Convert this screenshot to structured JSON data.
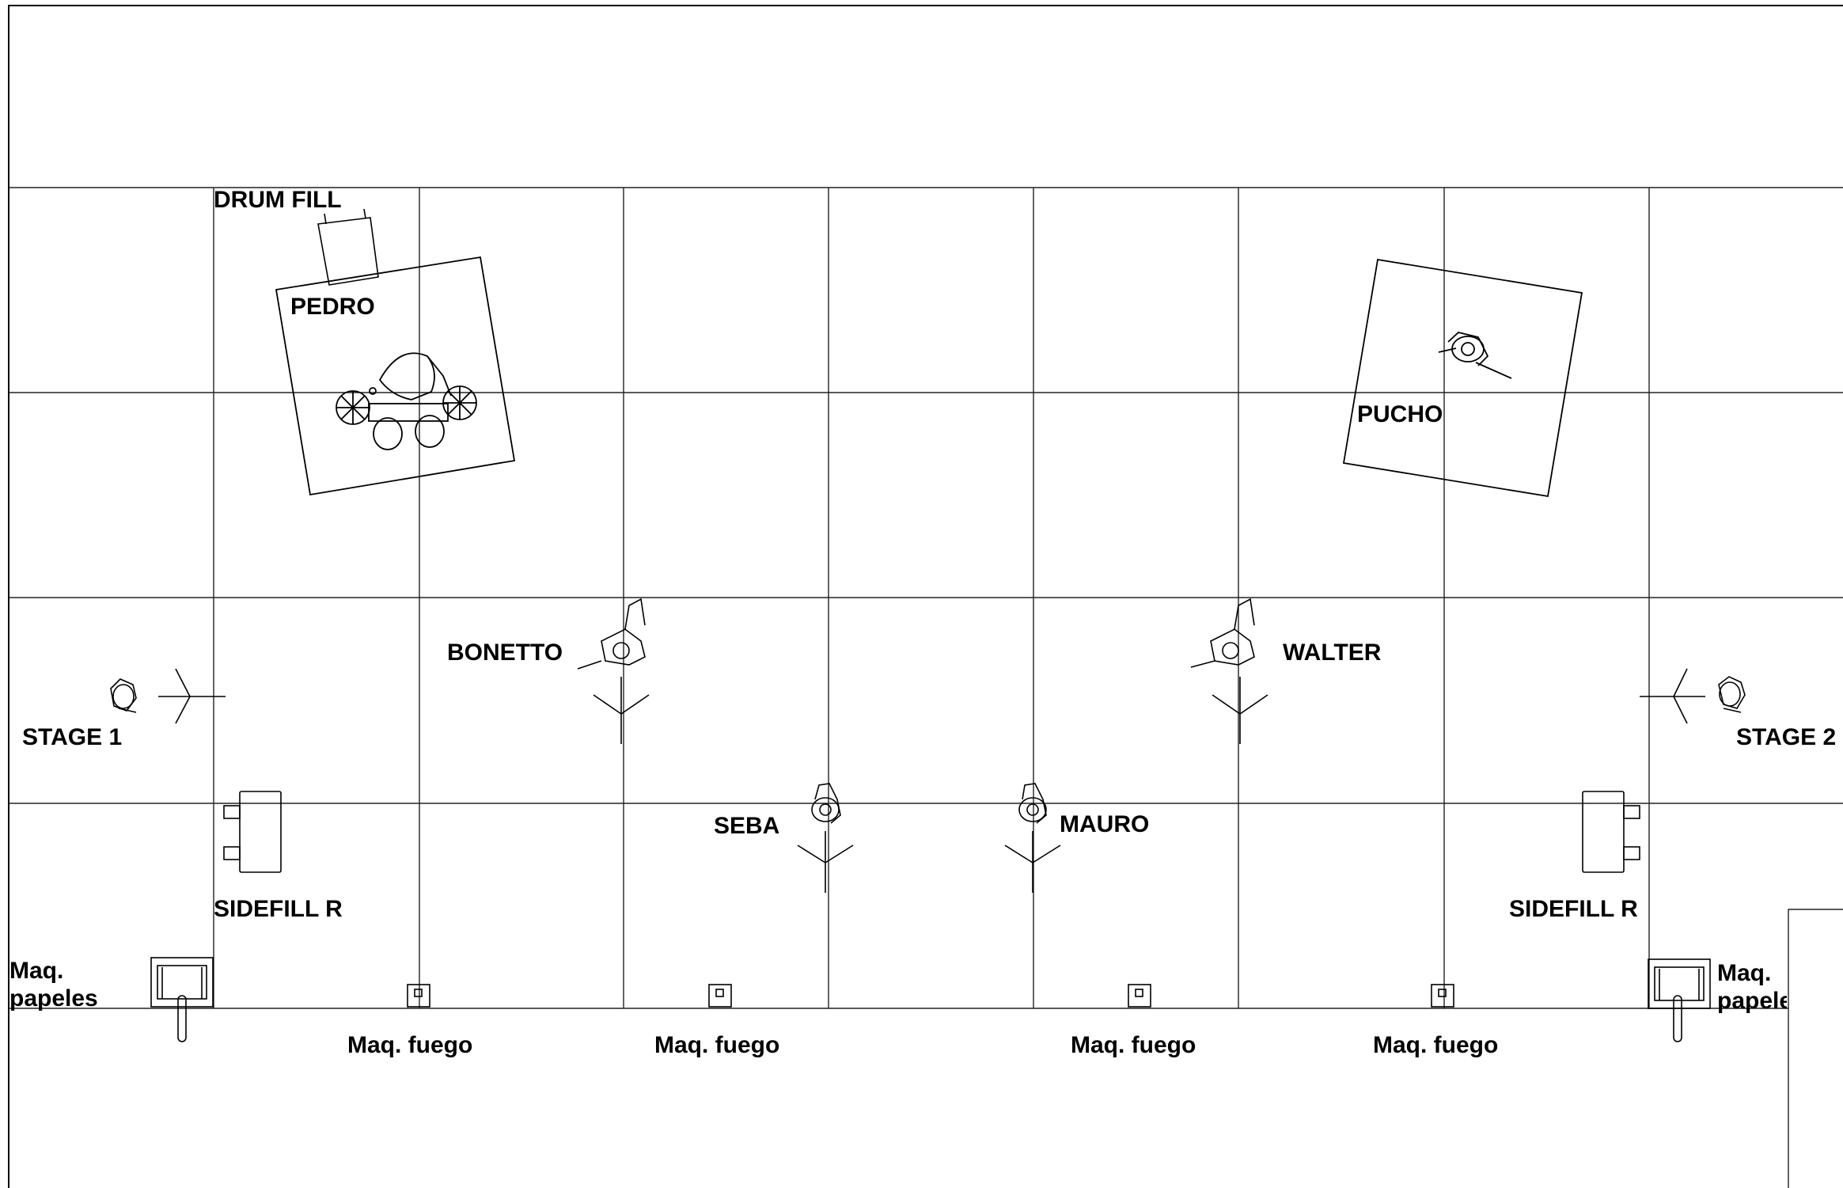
{
  "labels": {
    "drum_fill": "DRUM FILL",
    "pedro": "PEDRO",
    "pucho": "PUCHO",
    "bonetto": "BONETTO",
    "walter": "WALTER",
    "stage1": "STAGE 1",
    "stage2": "STAGE 2",
    "seba": "SEBA",
    "mauro": "MAURO",
    "sidefill_left": "SIDEFILL R",
    "sidefill_right": "SIDEFILL R",
    "maq_papeles_left": "Maq. papeles",
    "maq_papeles_right": "Maq. papeles",
    "maq_fuego_1": "Maq. fuego",
    "maq_fuego_2": "Maq. fuego",
    "maq_fuego_3": "Maq. fuego",
    "maq_fuego_4": "Maq. fuego"
  },
  "colors": {
    "line": "#000000",
    "grid": "#222222",
    "background": "#ffffff"
  }
}
